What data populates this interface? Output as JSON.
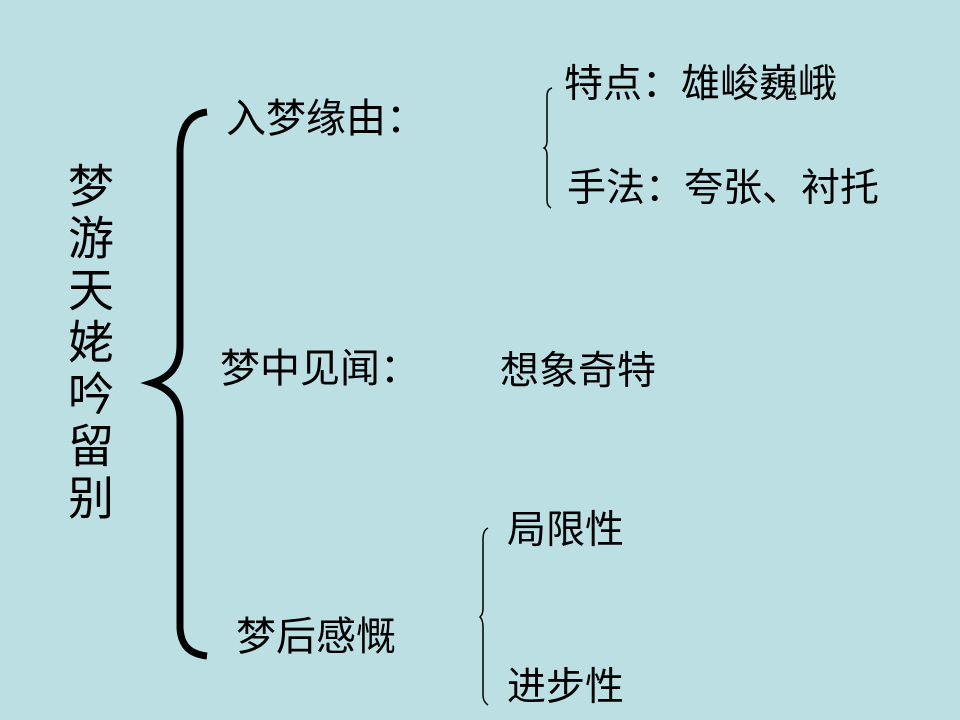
{
  "slide": {
    "background_color": "#BBDFE3",
    "text_color": "#000000"
  },
  "title": "梦游天姥吟留别",
  "branches": [
    {
      "label": "入梦缘由：",
      "children": [
        {
          "label": "特点：雄峻巍峨"
        },
        {
          "label": "手法：夸张、衬托"
        }
      ]
    },
    {
      "label": "梦中见闻：",
      "children": [
        {
          "label": "想象奇特"
        }
      ]
    },
    {
      "label": "梦后感慨",
      "children": [
        {
          "label": "局限性"
        },
        {
          "label": "进步性"
        }
      ]
    }
  ]
}
